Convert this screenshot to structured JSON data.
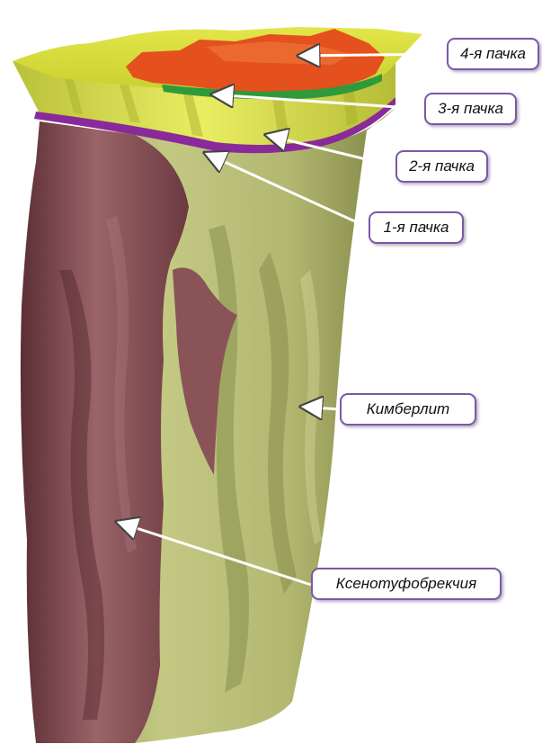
{
  "labels": {
    "pack4": "4-я пачка",
    "pack3": "3-я пачка",
    "pack2": "2-я пачка",
    "pack1": "1-я пачка",
    "kimberlite": "Кимберлит",
    "xenotuffbreccia": "Ксенотуфобрекчия"
  },
  "colors": {
    "pack4": "#e4501e",
    "pack3": "#2f9a3a",
    "pack2": "#d8df3c",
    "pack1": "#8a2a9a",
    "kimberlite": "#aeb468",
    "xenotuffbreccia": "#7e4a4f",
    "callout_border": "#7a58a8"
  }
}
